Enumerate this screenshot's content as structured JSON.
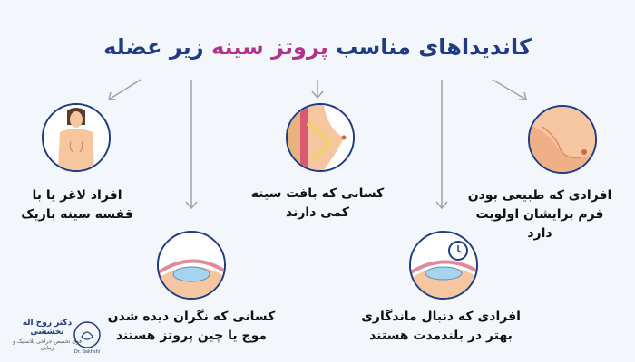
{
  "title": {
    "part1": "کاندیداهای مناسب",
    "highlight": "پروتز سینه",
    "part2": "زیر عضله"
  },
  "items": [
    {
      "label": "افرادی که طبیعی بودن\nفرم برایشان اولویت دارد",
      "icon": "natural-breast-icon"
    },
    {
      "label": "افرادی که دنبال ماندگاری\nبهتر در بلندمدت هستند",
      "icon": "implant-clock-icon"
    },
    {
      "label": "کسانی که بافت سینه\nکمی دارند",
      "icon": "breast-tissue-icon"
    },
    {
      "label": "کسانی که نگران دیده شدن\nموج یا چین پروتز هستند",
      "icon": "implant-ripple-icon"
    },
    {
      "label": "افراد لاغر یا با\nقفسه سینه باریک",
      "icon": "slim-body-icon"
    }
  ],
  "logo": {
    "name": "دکتر روح اله بخششی",
    "subtitle": "فوق تخصص جراحی پلاستیک و زیبایی",
    "caption": "Dr. Bakhshi"
  },
  "colors": {
    "primary": "#1f3b82",
    "accent": "#b0328a",
    "skin": "#f6c6a0",
    "implant": "#a8d3ee"
  }
}
